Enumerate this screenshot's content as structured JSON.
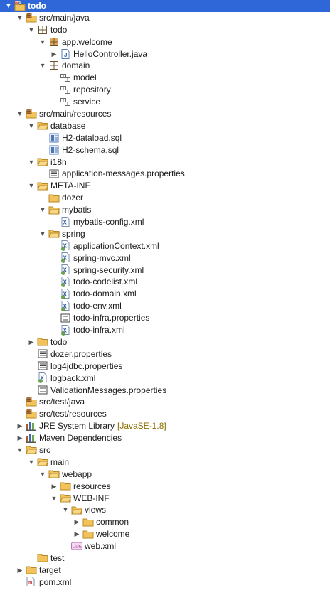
{
  "tree": [
    {
      "level": 0,
      "label": "todo",
      "icon": "maven-project-icon",
      "expanded": true,
      "selected": true
    },
    {
      "level": 1,
      "label": "src/main/java",
      "icon": "source-folder-icon",
      "expanded": true
    },
    {
      "level": 2,
      "label": "todo",
      "icon": "package-icon",
      "expanded": true
    },
    {
      "level": 3,
      "label": "app.welcome",
      "icon": "package-icon-filled",
      "expanded": true
    },
    {
      "level": 4,
      "label": "HelloController.java",
      "icon": "java-file-icon",
      "expanded": false
    },
    {
      "level": 3,
      "label": "domain",
      "icon": "package-icon",
      "expanded": true
    },
    {
      "level": 4,
      "label": "model",
      "icon": "empty-package-icon"
    },
    {
      "level": 4,
      "label": "repository",
      "icon": "empty-package-icon"
    },
    {
      "level": 4,
      "label": "service",
      "icon": "empty-package-icon"
    },
    {
      "level": 1,
      "label": "src/main/resources",
      "icon": "source-folder-icon",
      "expanded": true
    },
    {
      "level": 2,
      "label": "database",
      "icon": "folder-icon",
      "expanded": true
    },
    {
      "level": 3,
      "label": "H2-dataload.sql",
      "icon": "sql-file-icon"
    },
    {
      "level": 3,
      "label": "H2-schema.sql",
      "icon": "sql-file-icon"
    },
    {
      "level": 2,
      "label": "i18n",
      "icon": "folder-icon",
      "expanded": true
    },
    {
      "level": 3,
      "label": "application-messages.properties",
      "icon": "properties-file-icon"
    },
    {
      "level": 2,
      "label": "META-INF",
      "icon": "folder-icon",
      "expanded": true
    },
    {
      "level": 3,
      "label": "dozer",
      "icon": "folder-icon"
    },
    {
      "level": 3,
      "label": "mybatis",
      "icon": "folder-icon",
      "expanded": true
    },
    {
      "level": 4,
      "label": "mybatis-config.xml",
      "icon": "xml-file-icon"
    },
    {
      "level": 3,
      "label": "spring",
      "icon": "folder-icon",
      "expanded": true
    },
    {
      "level": 4,
      "label": "applicationContext.xml",
      "icon": "spring-xml-icon"
    },
    {
      "level": 4,
      "label": "spring-mvc.xml",
      "icon": "spring-xml-icon"
    },
    {
      "level": 4,
      "label": "spring-security.xml",
      "icon": "spring-xml-icon"
    },
    {
      "level": 4,
      "label": "todo-codelist.xml",
      "icon": "spring-xml-icon"
    },
    {
      "level": 4,
      "label": "todo-domain.xml",
      "icon": "spring-xml-icon"
    },
    {
      "level": 4,
      "label": "todo-env.xml",
      "icon": "spring-xml-icon"
    },
    {
      "level": 4,
      "label": "todo-infra.properties",
      "icon": "properties-file-icon"
    },
    {
      "level": 4,
      "label": "todo-infra.xml",
      "icon": "spring-xml-icon"
    },
    {
      "level": 2,
      "label": "todo",
      "icon": "folder-icon",
      "expanded": false
    },
    {
      "level": 2,
      "label": "dozer.properties",
      "icon": "properties-file-icon"
    },
    {
      "level": 2,
      "label": "log4jdbc.properties",
      "icon": "properties-file-icon"
    },
    {
      "level": 2,
      "label": "logback.xml",
      "icon": "spring-xml-icon"
    },
    {
      "level": 2,
      "label": "ValidationMessages.properties",
      "icon": "properties-file-icon"
    },
    {
      "level": 1,
      "label": "src/test/java",
      "icon": "source-folder-icon"
    },
    {
      "level": 1,
      "label": "src/test/resources",
      "icon": "source-folder-icon"
    },
    {
      "level": 1,
      "label": "JRE System Library",
      "decoration": "[JavaSE-1.8]",
      "icon": "library-icon",
      "expanded": false
    },
    {
      "level": 1,
      "label": "Maven Dependencies",
      "icon": "library-icon",
      "expanded": false
    },
    {
      "level": 1,
      "label": "src",
      "icon": "folder-icon",
      "expanded": true
    },
    {
      "level": 2,
      "label": "main",
      "icon": "folder-icon",
      "expanded": true
    },
    {
      "level": 3,
      "label": "webapp",
      "icon": "folder-icon",
      "expanded": true
    },
    {
      "level": 4,
      "label": "resources",
      "icon": "folder-icon",
      "expanded": false
    },
    {
      "level": 4,
      "label": "WEB-INF",
      "icon": "folder-icon",
      "expanded": true
    },
    {
      "level": 5,
      "label": "views",
      "icon": "folder-icon",
      "expanded": true
    },
    {
      "level": 6,
      "label": "common",
      "icon": "folder-icon",
      "expanded": false
    },
    {
      "level": 6,
      "label": "welcome",
      "icon": "folder-icon",
      "expanded": false
    },
    {
      "level": 5,
      "label": "web.xml",
      "icon": "web-xml-icon"
    },
    {
      "level": 2,
      "label": "test",
      "icon": "folder-icon"
    },
    {
      "level": 1,
      "label": "target",
      "icon": "folder-icon",
      "expanded": false
    },
    {
      "level": 1,
      "label": "pom.xml",
      "icon": "pom-file-icon"
    }
  ],
  "colors": {
    "selection": "#2f67d8",
    "folder": "#e8b64a",
    "package": "#8a6d3b",
    "decoration": "#8a6d00"
  }
}
